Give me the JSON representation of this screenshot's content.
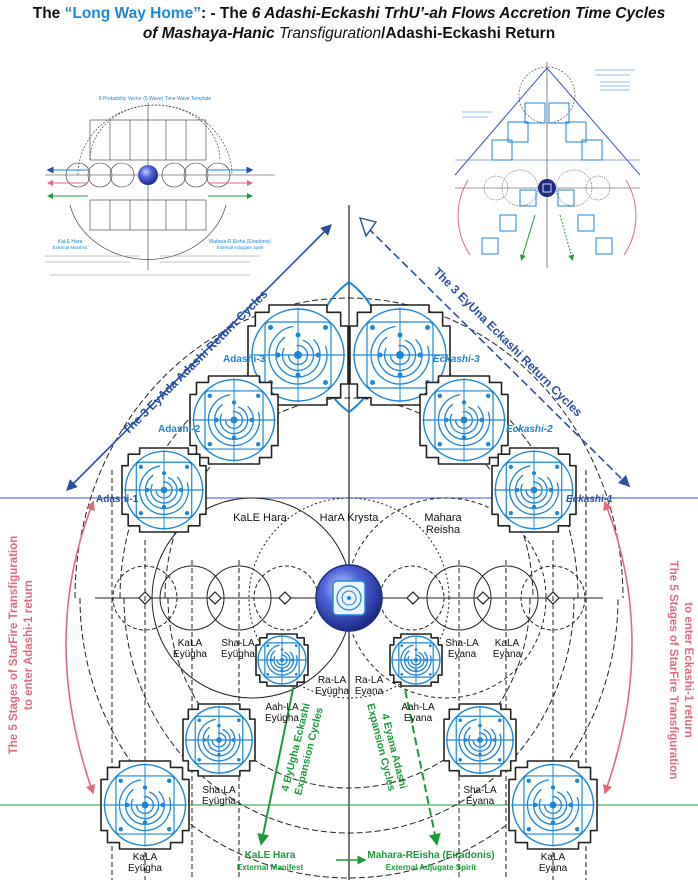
{
  "title": {
    "prefix": "The ",
    "highlight": "“Long Way Home”",
    "sep": ": - The ",
    "line1_italic": "6 Adashi-Eckashi TrhU’-ah Flows Accretion Time Cycles",
    "line2_italic_a": "of Mashaya-Hanic ",
    "line2_plain": "Transfiguration",
    "line2_end": "/Adashi-Eckashi Return"
  },
  "arrows": {
    "left_diag": "The 3 EyAda Adashi Return Cycles",
    "right_diag": "The 3 EyUna Eckashi Return Cycles",
    "left_curve_1": "The 5 Stages of StarFire Transfiguration",
    "left_curve_2": "to enter Adashi-1 return",
    "right_curve_1": "The 5 Stages of StarFire Transfiguration",
    "right_curve_2": "to enter Eckashi-1 return",
    "green_left_1": "4 EyUgha Eckashi",
    "green_left_2": "Expansion Cycles",
    "green_right_1": "4 Eyana Adashi",
    "green_right_2": "Expansion Cycles"
  },
  "node_labels": {
    "adashi1": "Adashi-1",
    "adashi2": "Adashi-2",
    "adashi3": "Adashi-3",
    "eckashi1": "Eckashi-1",
    "eckashi2": "Eckashi-2",
    "eckashi3": "Eckashi-3"
  },
  "circle_labels": {
    "kale": "KaLE Hara",
    "hara": "HarA Krysta",
    "mahara_1": "Mahara",
    "mahara_2": "Reisha"
  },
  "stage_labels": {
    "kala_l_1": "KaLA",
    "kala_l_2": "Eyügha",
    "shala_l_1": "Sha-LA",
    "shala_l_2": "Eyügha",
    "aah_l_1": "Aah-LA",
    "aah_l_2": "Eyügha",
    "ra_l_1": "Ra-LA",
    "ra_l_2": "Eyügha",
    "ra_r_1": "Ra-LA",
    "ra_r_2": "Eyana",
    "aah_r_1": "Aah-LA",
    "aah_r_2": "Eyana",
    "shala_r_1": "Sha-LA",
    "shala_r_2": "Eyana",
    "kala_r_1": "KaLA",
    "kala_r_2": "Eyana",
    "shala_lb_1": "Sha-LA",
    "shala_lb_2": "Eyügha",
    "shala_rb_1": "Sha-LA",
    "shala_rb_2": "Eyana",
    "kala_lb_1": "KaLA",
    "kala_lb_2": "Eyügha",
    "kala_rb_1": "KaLA",
    "kala_rb_2": "Eyana"
  },
  "bottom": {
    "left_1": "KaLE Hara",
    "left_2": "External Manifest",
    "right_1": "Mahara-REisha (Eiradonis)",
    "right_2": "External Adjugate Spirit"
  },
  "inset_left": {
    "heading": "8 Probability Vector (5 Wave) Time Wave Template",
    "foot_l_1": "KaLE Hara",
    "foot_l_2": "External Manifest",
    "foot_r_1": "Mahara-R Eisha (Eiradonis)",
    "foot_r_2": "External Adjugate Spirit"
  },
  "colors": {
    "blue": "#1e86d6",
    "dark_blue": "#2a4fa3",
    "green": "#1c9a3a",
    "red": "#e06b7f",
    "orb": "#3b4cc0"
  }
}
